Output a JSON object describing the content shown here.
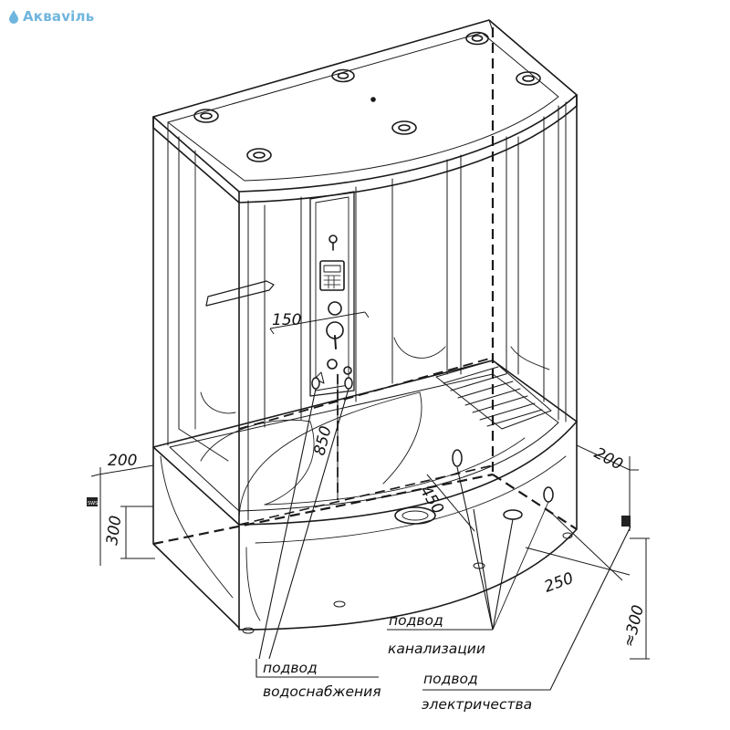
{
  "brand": {
    "name": "Акваviль"
  },
  "dimensions": {
    "panel_offset": "150",
    "panel_height": "850",
    "left_wall_offset": "200",
    "left_floor_height": "300",
    "right_wall_offset": "200",
    "right_drain_offset": "450",
    "right_floor_offset": "250",
    "right_height": "≈300",
    "left_socket_mark": "SWS"
  },
  "labels": {
    "water_line1": "подвод",
    "water_line2": "водоснабжения",
    "sewer_line1": "подвод",
    "sewer_line2": "канализации",
    "electric_line1": "подвод",
    "electric_line2": "электричества"
  }
}
